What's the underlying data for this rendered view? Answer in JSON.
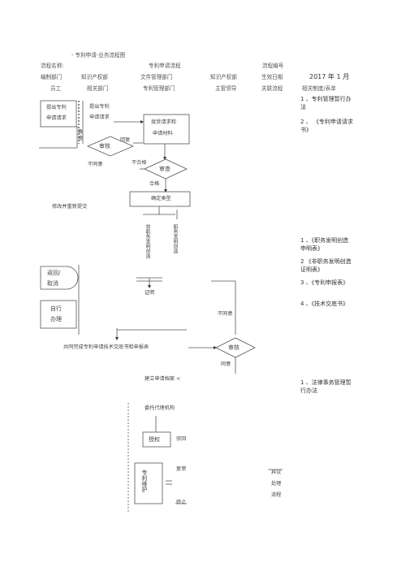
{
  "title": "- 专利申请-业务流程图",
  "header": {
    "row1": [
      "流程名称:",
      "专利申请流程",
      "流程编号"
    ],
    "row2": [
      "编制部门",
      "知识产权部",
      "文件管理部门",
      "知识产权部",
      "生效日期",
      "2017 年 1 月"
    ],
    "row3": [
      "员工",
      "相关部门",
      "专利管理部门",
      "主管领导",
      "关联流程",
      "相关制度/表单"
    ]
  },
  "sidebar": {
    "group1": [
      "1 、专利管理暂行办法",
      "2 、 《专利申请请求 书》"
    ],
    "group2": [
      "1 、《职务发明创造 申明表》",
      "2 《非职务发明创造证明表》",
      "3 、《专利申报表》",
      "4 、《技术交底书》"
    ],
    "group3": [
      "1 、法律事务管理暂行办法"
    ]
  },
  "flow": {
    "submit_apply_left": [
      "提出专利",
      "申请请求"
    ],
    "submit_apply_mid": [
      "提出专利",
      "申请请求"
    ],
    "receive": [
      "接受请求和",
      "申请材料"
    ],
    "review1": "审核",
    "review2": "审查",
    "review3": "审核",
    "draft_mark": "备",
    "draft_mark2": "查",
    "return_label": "回复",
    "reject1": "不同意",
    "fail": "不合格",
    "pass": "合格",
    "revise": "修改并重新提交",
    "decide": "确定类型",
    "nonservice": "非职务发明创造",
    "service": "职务发明创造",
    "prove": "证明",
    "abandon": [
      "返回/",
      "取消"
    ],
    "self_handle": [
      "自行",
      "办理"
    ],
    "reject2": "不同意",
    "complete": "共同完成专利申请技术交底书和申报表",
    "agree": "同意",
    "archive": "建立申请档案 <",
    "agency": "委托代理机构",
    "authorize": "授权",
    "reject_result": "驳回",
    "reexam": "复审",
    "maintain": "专利维护",
    "stop": "终止",
    "objection": [
      "异议",
      "处理",
      "流程"
    ]
  }
}
